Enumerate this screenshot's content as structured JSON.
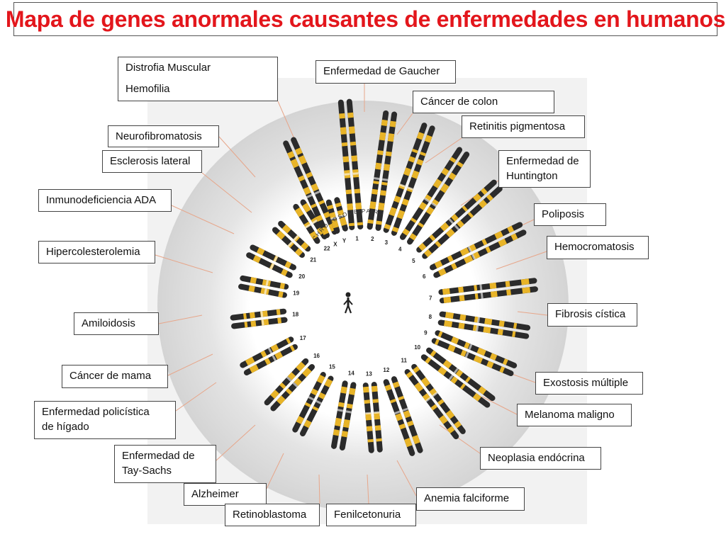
{
  "title": "Mapa de genes anormales causantes de enfermedades en humanos",
  "ring_label": "CHROMOSOME PAIRS",
  "chromosome_numbers": [
    "1",
    "2",
    "3",
    "4",
    "5",
    "6",
    "7",
    "8",
    "9",
    "10",
    "11",
    "12",
    "13",
    "14",
    "15",
    "16",
    "17",
    "18",
    "19",
    "20",
    "21",
    "22",
    "X",
    "Y"
  ],
  "labels": {
    "distrofia": [
      "Distrofia Muscular",
      "Hemofilia"
    ],
    "gaucher": "Enfermedad de Gaucher",
    "colon": "Cáncer de colon",
    "retinitis": "Retinitis pigmentosa",
    "neurofibromatosis": "Neurofibromatosis",
    "esclerosis": "Esclerosis lateral",
    "huntington": [
      "Enfermedad de",
      "Huntington"
    ],
    "ada": "Inmunodeficiencia ADA",
    "poliposis": "Poliposis",
    "hemocromatosis": "Hemocromatosis",
    "hipercolesterolemia": "Hipercolesterolemia",
    "fibrosis": "Fibrosis cística",
    "amiloidosis": "Amiloidosis",
    "exostosis": "Exostosis múltiple",
    "mama": "Cáncer de mama",
    "melanoma": "Melanoma maligno",
    "poliquistica": [
      "Enfermedad policística",
      "de hígado"
    ],
    "neoplasia": "Neoplasia endócrina",
    "taysachs": [
      "Enfermedad de",
      "Tay-Sachs"
    ],
    "anemia": "Anemia falciforme",
    "alzheimer": "Alzheimer",
    "retinoblastoma": "Retinoblastoma",
    "fenilcetonuria": "Fenilcetonuria"
  },
  "colors": {
    "title": "#e3161c",
    "chromosome_dark": "#2b2b2b",
    "chromosome_band": "#e8b428",
    "disk": "#d9d9d9",
    "leader_line": "#e7a68a"
  },
  "icons": [
    "human-figure-icon"
  ]
}
